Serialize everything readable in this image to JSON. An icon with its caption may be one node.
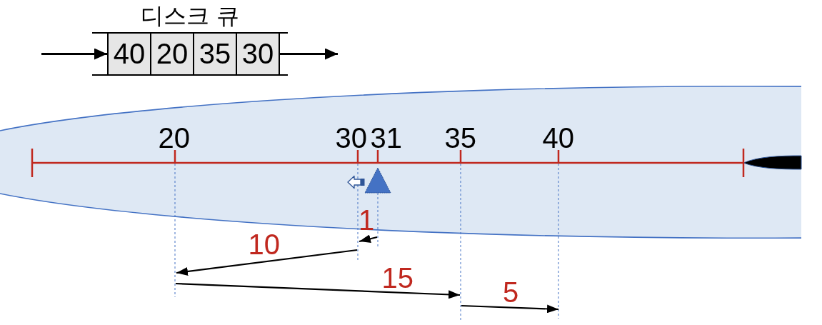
{
  "diagram": {
    "title": "디스크 큐",
    "nodes": [
      {
        "text": [
          "40"
        ]
      },
      {
        "text": [
          "20"
        ]
      },
      {
        "text": [
          "35"
        ]
      },
      {
        "text": [
          "30"
        ]
      }
    ],
    "edges": [
      {
        "from": null,
        "to": 0,
        "arrow": "to"
      },
      {
        "from": 3,
        "to": null,
        "arrow": "to"
      }
    ],
    "labels": [
      "20",
      "30",
      "31",
      "35",
      "40",
      "1",
      "10",
      "15",
      "5"
    ]
  }
}
